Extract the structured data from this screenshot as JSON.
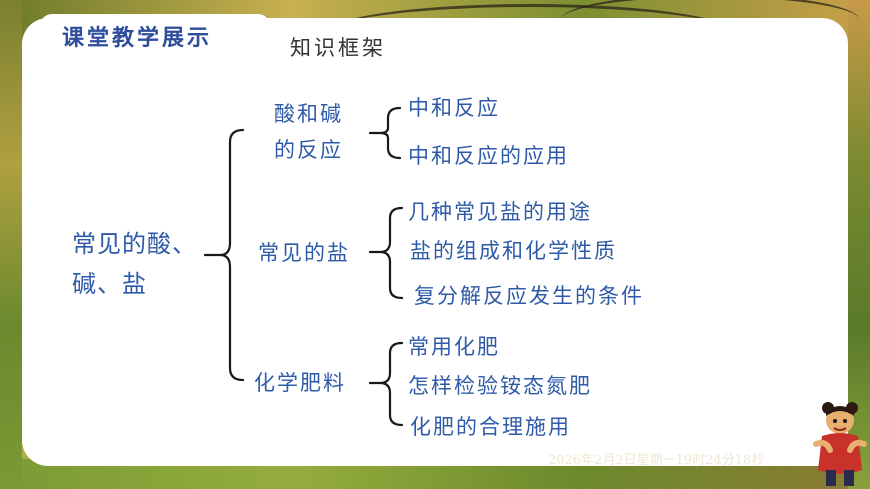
{
  "header": {
    "title": "课堂教学展示",
    "subtitle": "知识框架"
  },
  "root": {
    "line1": "常见的酸、",
    "line2": "碱、盐"
  },
  "branches": [
    {
      "label_line1": "酸和碱",
      "label_line2": "的反应",
      "items": [
        "中和反应",
        "中和反应的应用"
      ]
    },
    {
      "label": "常见的盐",
      "items": [
        "几种常见盐的用途",
        "盐的组成和化学性质",
        "复分解反应发生的条件"
      ]
    },
    {
      "label": "化学肥料",
      "items": [
        "常用化肥",
        "怎样检验铵态氮肥",
        "化肥的合理施用"
      ]
    }
  ],
  "timestamp": "2026年2月2日星期一19时24分18秒"
}
